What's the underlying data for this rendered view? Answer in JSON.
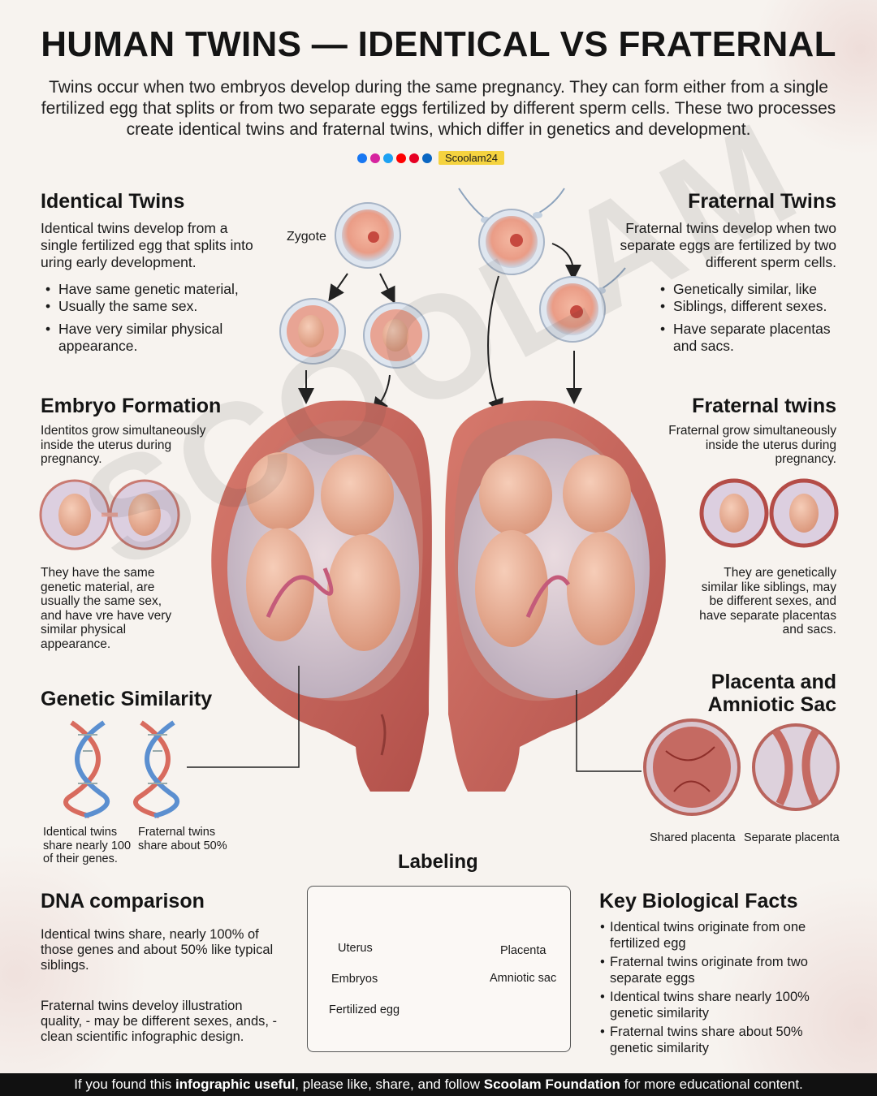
{
  "title": "HUMAN TWINS — IDENTICAL VS FRATERNAL",
  "intro": "Twins occur when two embryos develop during the same pregnancy. They can form either from a single fertilized egg that splits or from two separate eggs fertilized by different sperm cells. These two processes create identical twins and fraternal twins, which differ in genetics and development.",
  "brand": "Scoolam24",
  "identical": {
    "heading": "Identical Twins",
    "text": "Identical twins develop from a single fertilized egg that splits into uring early development.",
    "bullets": [
      "Have same genetic material,",
      "Usually the same sex.",
      "Have very similar physical appearance."
    ]
  },
  "fraternal": {
    "heading": "Fraternal Twins",
    "text": "Fraternal twins develop when two separate eggs are fertilized by two different sperm cells.",
    "bullets": [
      "Genetically similar, like",
      "Siblings, different sexes.",
      "Have separate placentas and sacs."
    ]
  },
  "zygote_label": "Zygote",
  "embryo_formation": {
    "heading": "Embryo Formation",
    "text": "Identitos grow simultaneously inside the uterus during pregnancy.",
    "note": "They have the same genetic material, are usually the same sex, and have vre have very similar physical appearance."
  },
  "fraternal_twins2": {
    "heading": "Fraternal twins",
    "text": "Fraternal grow simultaneously inside the uterus during pregnancy.",
    "note": "They are genetically similar like siblings, may be different sexes, and have separate placentas and sacs."
  },
  "genetic": {
    "heading": "Genetic Similarity",
    "cap_left": "Identical twins share nearly 100 of their genes.",
    "cap_right": "Fraternal twins share about 50%"
  },
  "placenta": {
    "heading": "Placenta and Amniotic Sac",
    "shared": "Shared placenta",
    "separate": "Separate placenta"
  },
  "labeling": {
    "heading": "Labeling",
    "uterus": "Uterus",
    "embryos": "Embryos",
    "fertilized_egg": "Fertilized egg",
    "placenta": "Placenta",
    "amniotic_sac": "Amniotic sac"
  },
  "dna": {
    "heading": "DNA comparison",
    "text1": "Identical twins share, nearly 100% of those genes and about 50% like typical siblings.",
    "text2": "Fraternal twins develoy illustration quality, - may be different sexes, ands, - clean scientific infographic design."
  },
  "facts": {
    "heading": "Key Biological Facts",
    "items": [
      "Identical twins originate from one fertilized egg",
      "Fraternal twins originate from two separate eggs",
      "Identical twins share nearly 100% genetic similarity",
      "Fraternal twins share about 50% genetic similarity"
    ]
  },
  "footer": {
    "pre": "If you found this ",
    "bold1": "infographic useful",
    "mid": ", please like, share, and follow ",
    "bold2": "Scoolam Foundation",
    "post": " for more educational content."
  },
  "watermark": "SCOOLAM",
  "colors": {
    "uterus": "#c8645a",
    "skin": "#eab39b",
    "dna_red": "#d86b5e",
    "dna_blue": "#5b8fd0"
  }
}
